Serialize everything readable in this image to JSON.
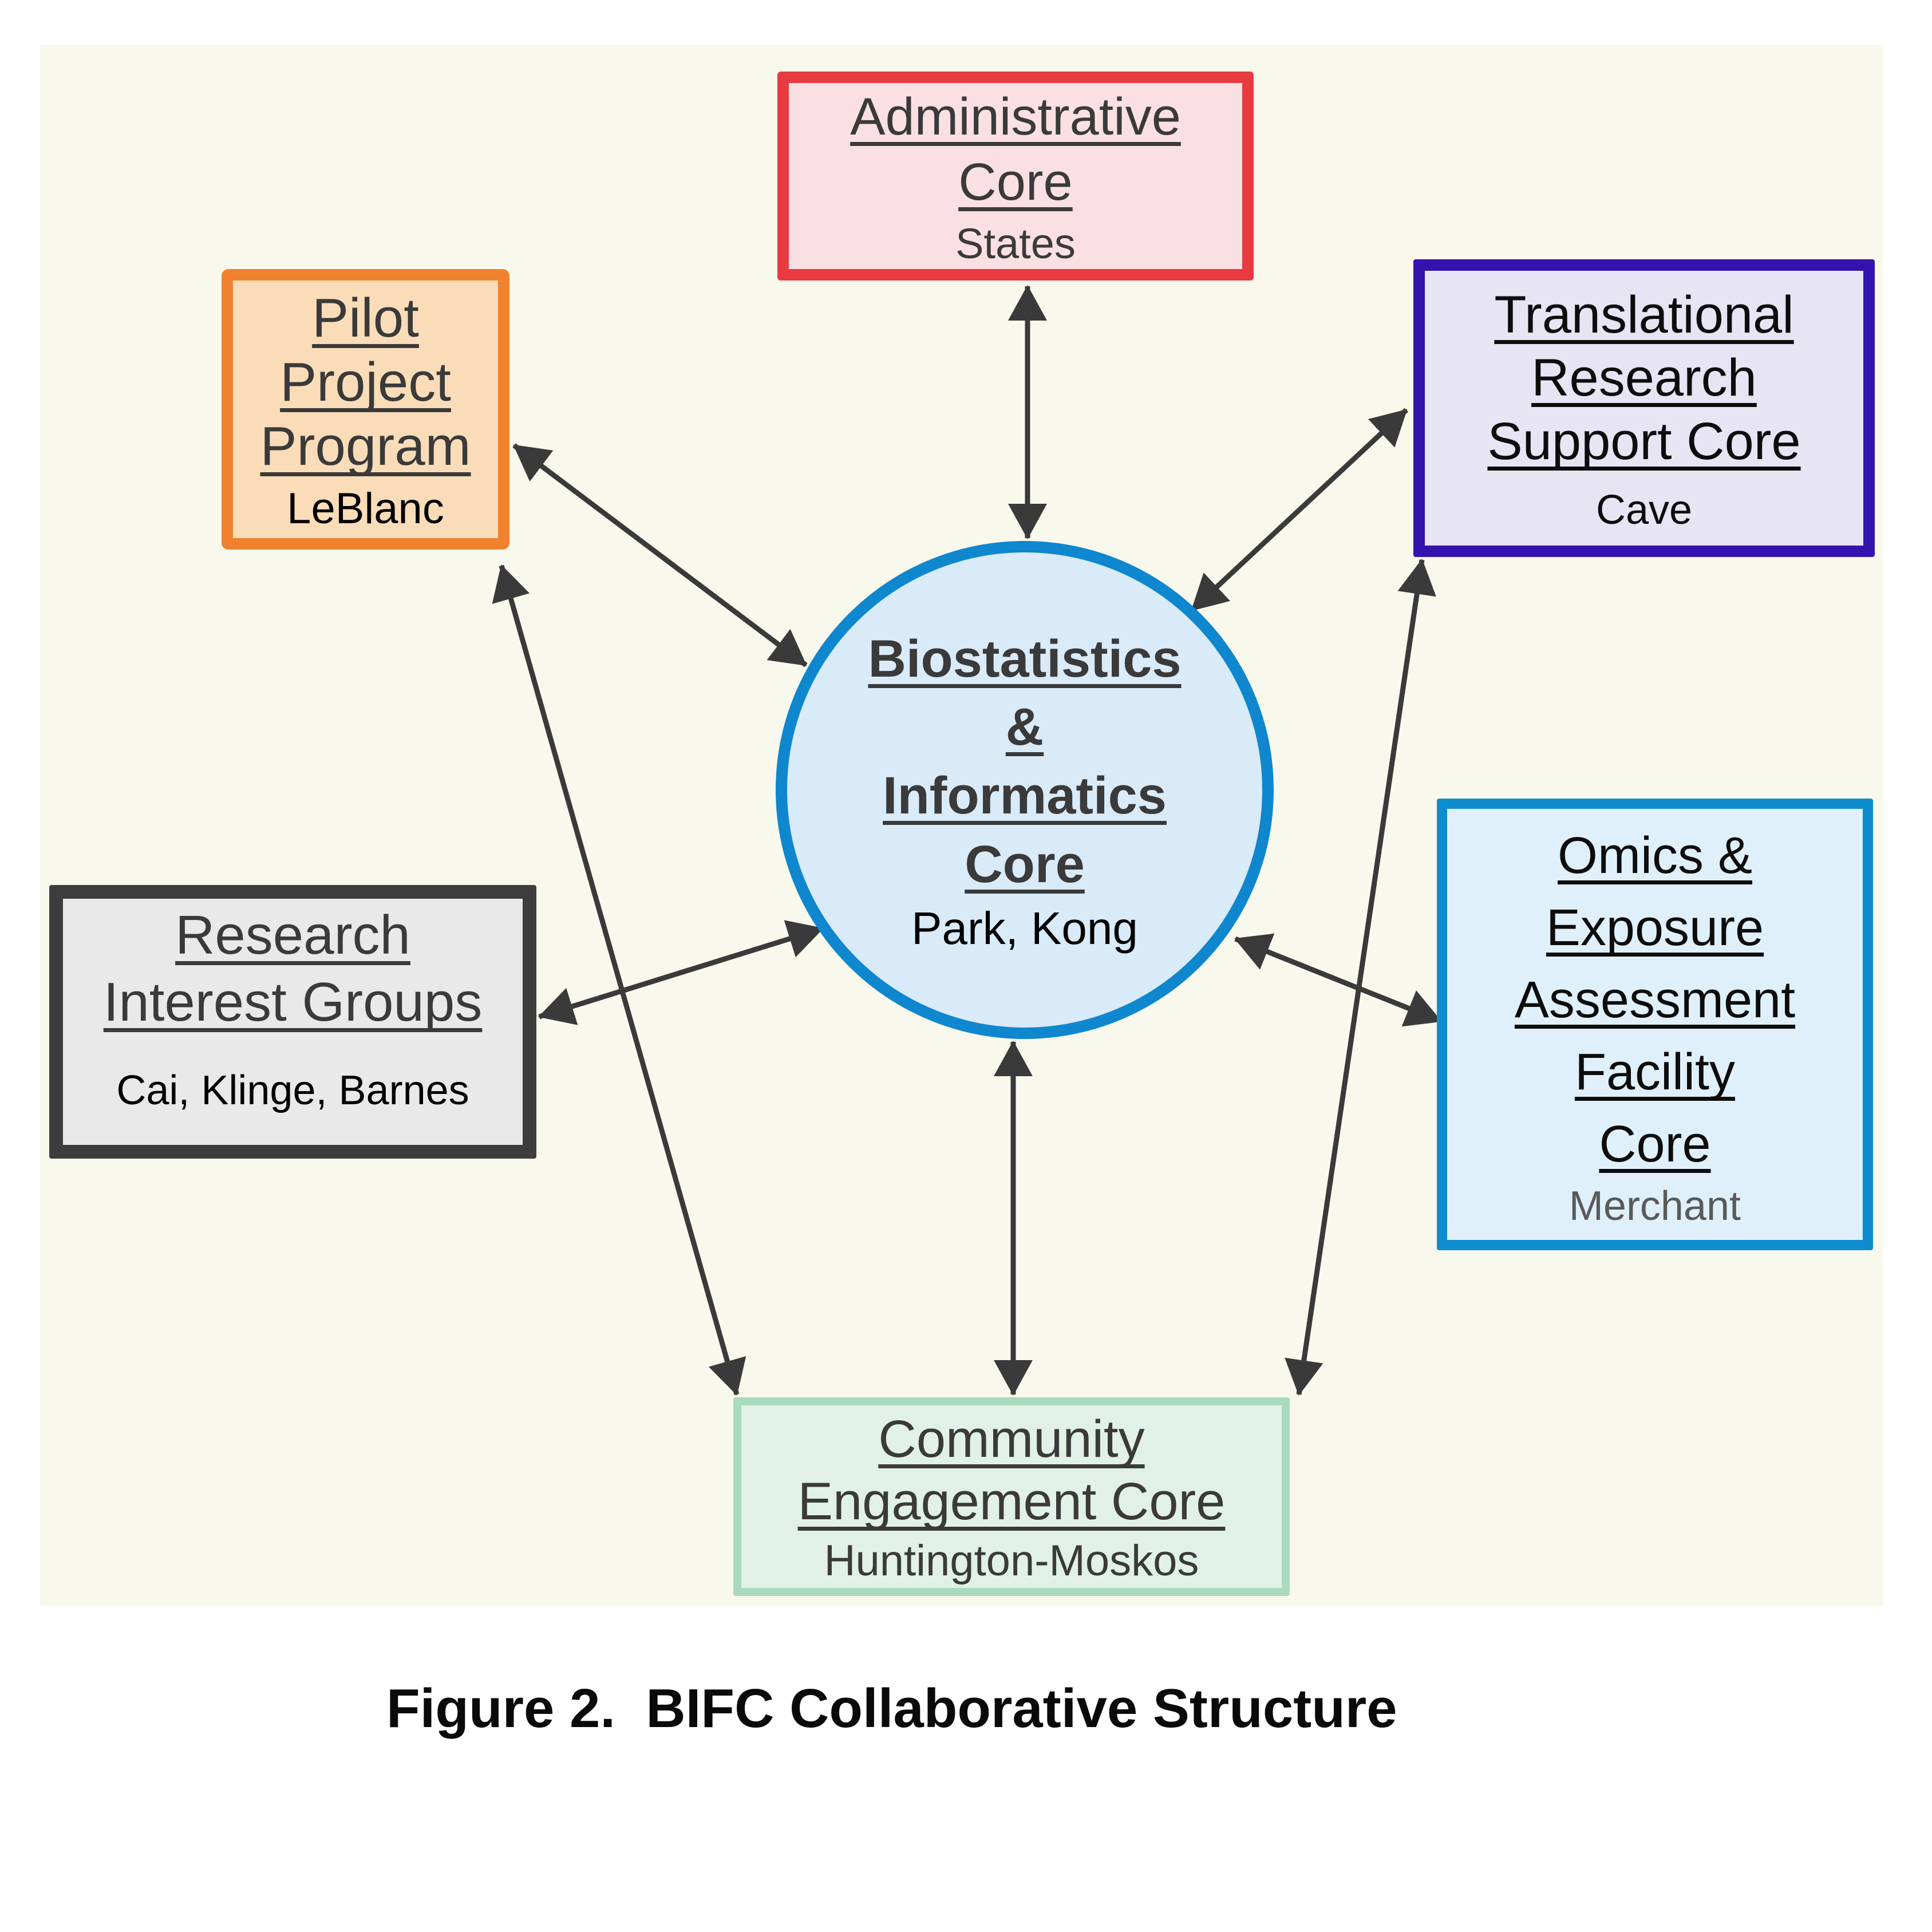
{
  "figure": {
    "caption": "Figure 2.  BIFC Collaborative Structure"
  },
  "palette": {
    "panel_background": "#F8F8EC",
    "arrow_color": "#3A3A3A"
  },
  "center_node": {
    "title_lines": [
      "Biostatistics",
      "&",
      "Informatics",
      "Core"
    ],
    "members": "Park, Kong",
    "fill": "#D9EAF8",
    "border": "#0E87CE"
  },
  "nodes": {
    "admin": {
      "title_lines": [
        "Administrative",
        "Core"
      ],
      "members": "States",
      "fill": "#FBE0E3",
      "border": "#E93A42"
    },
    "pilot": {
      "title_lines": [
        "Pilot",
        "Project",
        "Program"
      ],
      "members": "LeBlanc",
      "fill": "#FBDCB8",
      "border": "#F0812F"
    },
    "translational": {
      "title_lines": [
        "Translational",
        "Research",
        "Support Core"
      ],
      "members": "Cave",
      "fill": "#E7E5F3",
      "border": "#3313AE"
    },
    "rig": {
      "title_lines": [
        "Research",
        "Interest Groups"
      ],
      "members": "Cai, Klinge, Barnes",
      "fill": "#E9E9E9",
      "border": "#3D3D3D"
    },
    "omics": {
      "title_lines": [
        "Omics &",
        "Exposure",
        "Assessment",
        "Facility",
        "Core"
      ],
      "members": "Merchant",
      "fill": "#DFF0FA",
      "border": "#0E8DCE"
    },
    "community": {
      "title_lines": [
        "Community",
        "Engagement Core"
      ],
      "members": "Huntington-Moskos",
      "fill": "#E1F1E7",
      "border": "#A9D9BE"
    }
  },
  "connections": [
    {
      "from": "Administrative Core",
      "to": "Biostatistics & Informatics Core",
      "bidirectional": true
    },
    {
      "from": "Pilot Project Program",
      "to": "Biostatistics & Informatics Core",
      "bidirectional": true
    },
    {
      "from": "Translational Research Support Core",
      "to": "Biostatistics & Informatics Core",
      "bidirectional": true
    },
    {
      "from": "Research Interest Groups",
      "to": "Biostatistics & Informatics Core",
      "bidirectional": true
    },
    {
      "from": "Omics & Exposure Assessment Facility Core",
      "to": "Biostatistics & Informatics Core",
      "bidirectional": true
    },
    {
      "from": "Community Engagement Core",
      "to": "Biostatistics & Informatics Core",
      "bidirectional": true
    },
    {
      "from": "Pilot Project Program",
      "to": "Community Engagement Core",
      "bidirectional": true
    },
    {
      "from": "Translational Research Support Core",
      "to": "Community Engagement Core",
      "bidirectional": true
    }
  ]
}
